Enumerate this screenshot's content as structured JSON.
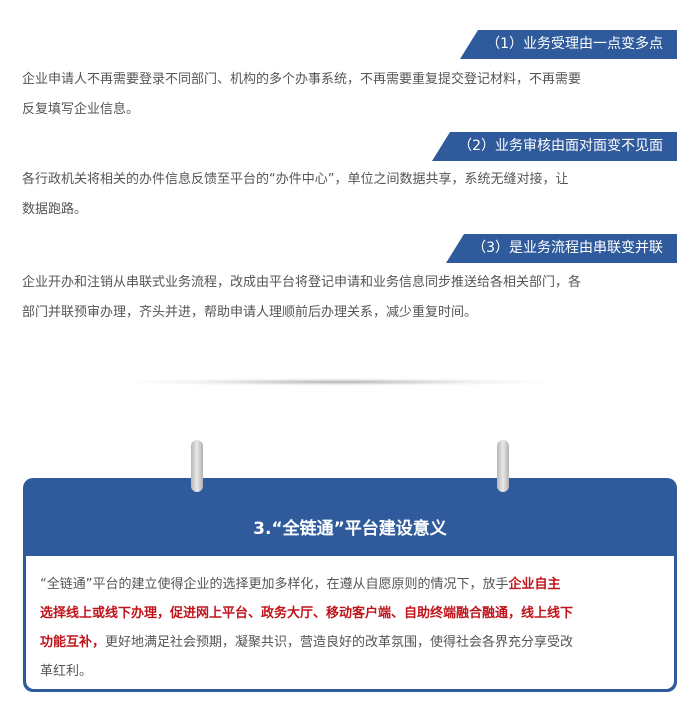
{
  "sections": [
    {
      "title": "（1）业务受理由一点变多点",
      "lines": [
        "企业申请人不再需要登录不同部门、机构的多个办事系统，不再需要重复提交登记材料，不再需要",
        "反复填写企业信息。"
      ]
    },
    {
      "title": "（2）业务审核由面对面变不见面",
      "lines": [
        "各行政机关将相关的办件信息反馈至平台的“办件中心”，单位之间数据共享，系统无缝对接，让",
        "数据跑路。"
      ]
    },
    {
      "title": "（3）是业务流程由串联变并联",
      "lines": [
        "企业开办和注销从串联式业务流程，改成由平台将登记申请和业务信息同步推送给各相关部门，各",
        "部门并联预审办理，齐头并进，帮助申请人理顺前后办理关系，减少重复时间。"
      ]
    }
  ],
  "card": {
    "title": "3.“全链通”平台建设意义",
    "line1_plain": "“全链通”平台的建立使得企业的选择更加多样化，在遵从自愿原则的情况下，放手",
    "line1_red": "企业自主",
    "line2_red": "选择线上或线下办理，促进网上平台、政务大厅、移动客户端、自助终端融合融通，线上线下",
    "line3_red": "功能互补，",
    "line3_plain": "更好地满足社会预期，凝聚共识，营造良好的改革氛围，使得社会各界充分享受改",
    "line4_plain": "革红利。"
  },
  "colors": {
    "accent": "#2f5b9c",
    "highlight": "#c0141c"
  }
}
